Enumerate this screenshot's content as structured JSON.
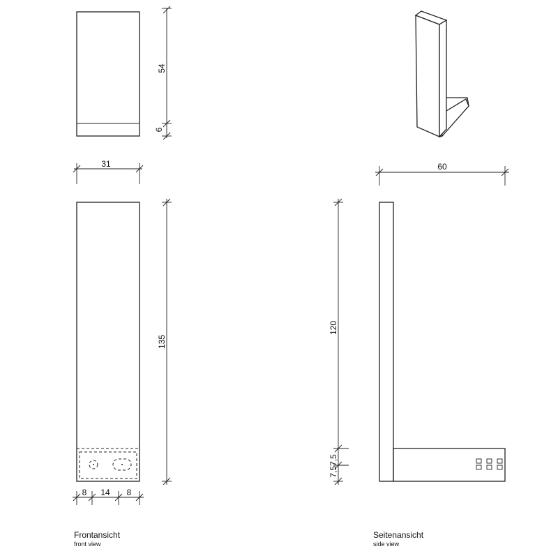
{
  "dimensions": {
    "top_height": "54",
    "top_base": "6",
    "width": "31",
    "depth": "60",
    "front_height": "135",
    "side_height": "120",
    "hole_left": "8",
    "hole_spacing": "14",
    "hole_right": "8",
    "bottom_offsets": "7,57,5"
  },
  "captions": {
    "front_de": "Frontansicht",
    "front_en": "front view",
    "side_de": "Seitenansicht",
    "side_en": "side view"
  }
}
